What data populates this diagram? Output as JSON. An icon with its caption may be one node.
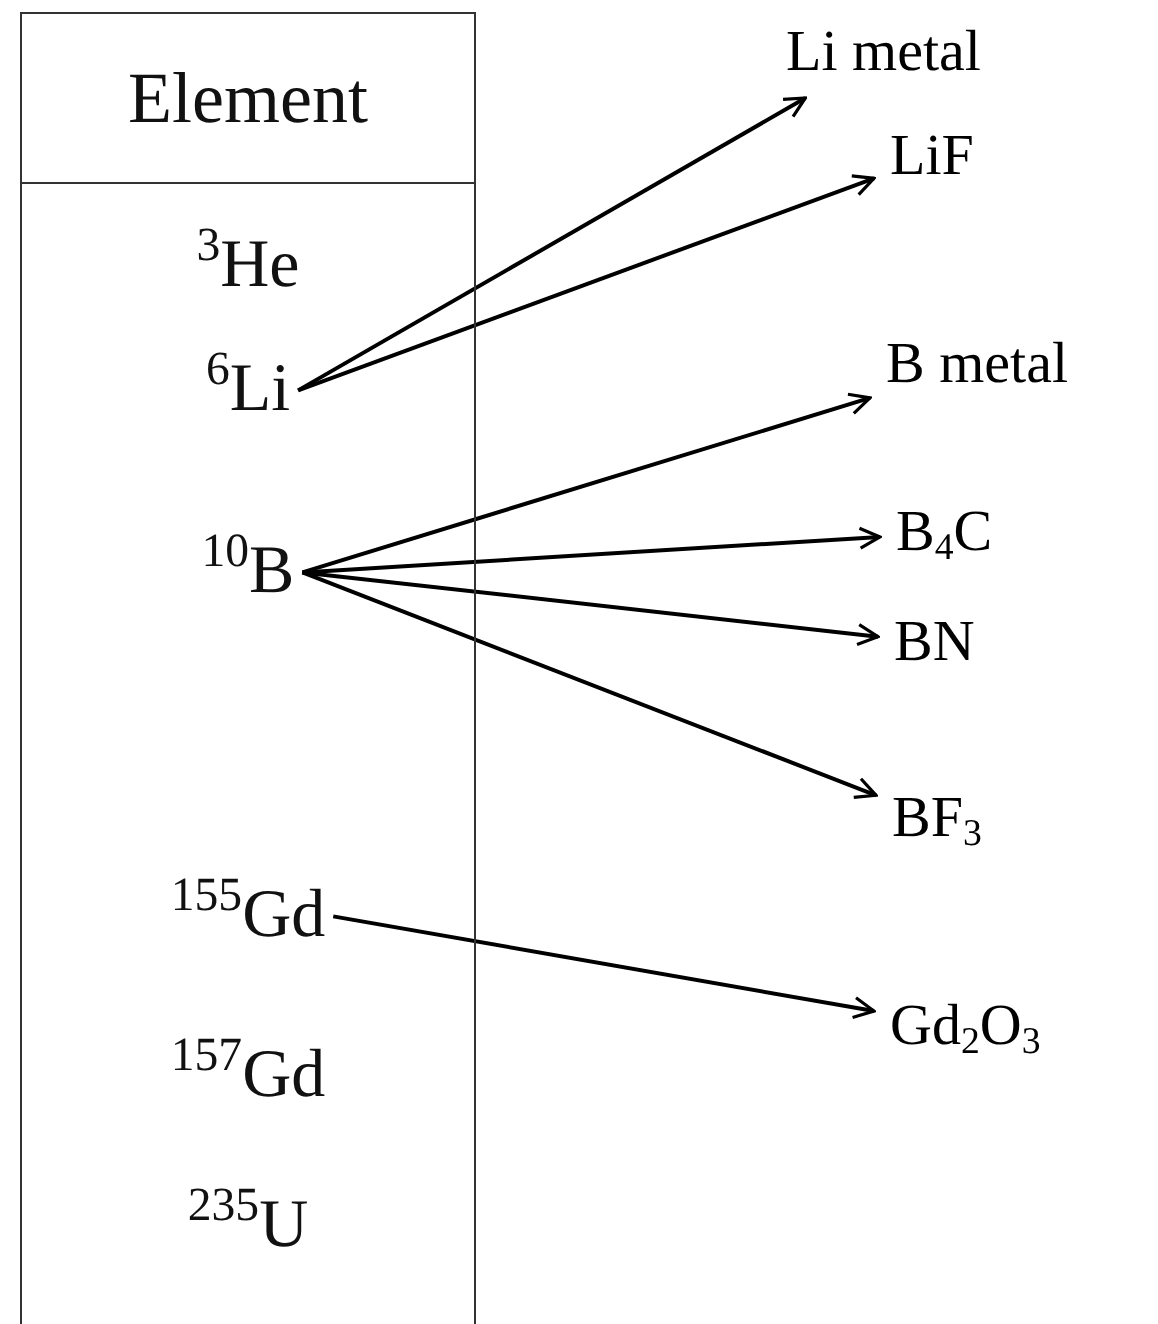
{
  "diagram": {
    "nodes": [
      {
        "text": [
          "Element"
        ]
      },
      {
        "text": [
          "$^{3}$He"
        ],
        "in": 0
      },
      {
        "text": [
          "$^{6}$Li"
        ],
        "in": 0
      },
      {
        "text": [
          "$^{10}$B"
        ],
        "in": 0
      },
      {
        "text": [
          "$^{155}$Gd"
        ],
        "in": 0
      },
      {
        "text": [
          "$^{157}$Gd"
        ],
        "in": 0
      },
      {
        "text": [
          "$^{235}$U"
        ],
        "in": 0
      },
      {
        "text": [
          "Li metal"
        ]
      },
      {
        "text": [
          "LiF"
        ]
      },
      {
        "text": [
          "B metal"
        ]
      },
      {
        "text": [
          "B$_{4}$C"
        ]
      },
      {
        "text": [
          "BN"
        ]
      },
      {
        "text": [
          "BF$_{3}$"
        ]
      },
      {
        "text": [
          "Gd$_{2}$O$_{3}$"
        ]
      }
    ],
    "edges": [
      {
        "from": 2,
        "to": 7,
        "arrow": "to"
      },
      {
        "from": 2,
        "to": 8,
        "arrow": "to"
      },
      {
        "from": 3,
        "to": 9,
        "arrow": "to"
      },
      {
        "from": 3,
        "to": 10,
        "arrow": "to"
      },
      {
        "from": 3,
        "to": 11,
        "arrow": "to"
      },
      {
        "from": 3,
        "to": 12,
        "arrow": "to"
      },
      {
        "from": 4,
        "to": 13,
        "arrow": "to"
      }
    ]
  }
}
